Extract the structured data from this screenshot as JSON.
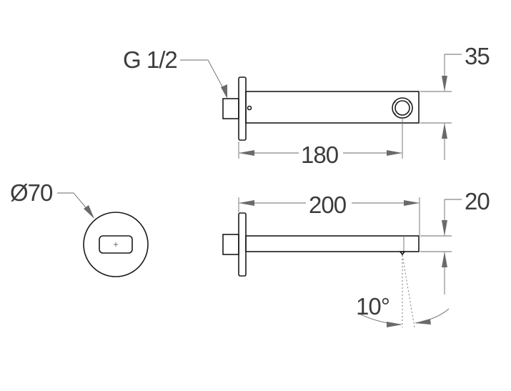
{
  "labels": {
    "thread": "G 1/2",
    "height_top": "35",
    "length_top": "180",
    "diameter": "Ø70",
    "length_side": "200",
    "height_side": "20",
    "angle": "10°"
  }
}
